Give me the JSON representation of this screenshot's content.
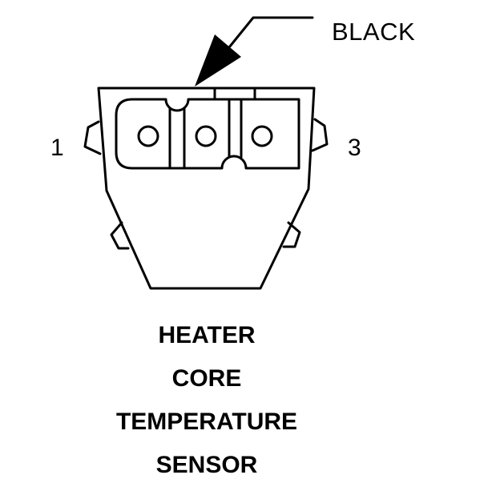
{
  "callout": {
    "label": "BLACK"
  },
  "pins": {
    "left": "1",
    "right": "3"
  },
  "title_lines": [
    "HEATER",
    "CORE",
    "TEMPERATURE",
    "SENSOR"
  ],
  "colors": {
    "ink": "#000000",
    "background": "#ffffff"
  }
}
